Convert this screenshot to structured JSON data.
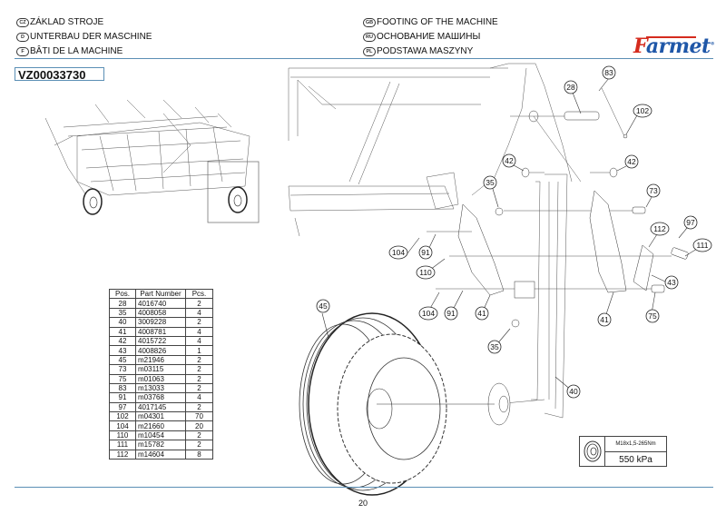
{
  "header": {
    "titles_left": [
      {
        "lang": "CZ",
        "text": "ZÁKLAD STROJE"
      },
      {
        "lang": "D",
        "text": "UNTERBAU DER MASCHINE"
      },
      {
        "lang": "F",
        "text": "BÂTI DE LA MACHINE"
      }
    ],
    "titles_right": [
      {
        "lang": "GB",
        "text": "FOOTING OF THE MACHINE"
      },
      {
        "lang": "RU",
        "text": "ОСНОВАНИЕ МАШИНЫ"
      },
      {
        "lang": "PL",
        "text": "PODSTAWA MASZYNY"
      }
    ],
    "drawing_code": "VZ00033730",
    "logo": {
      "first_letter": "F",
      "rest": "armet",
      "registered": "®"
    }
  },
  "colors": {
    "rule": "#5b8fb5",
    "logo_blue": "#1f57a8",
    "logo_red": "#d52b1e"
  },
  "parts_table": {
    "headers": [
      "Pos.",
      "Part Number",
      "Pcs."
    ],
    "rows": [
      {
        "pos": "28",
        "part": "4016740",
        "pcs": "2"
      },
      {
        "pos": "35",
        "part": "4008058",
        "pcs": "4"
      },
      {
        "pos": "40",
        "part": "3009228",
        "pcs": "2"
      },
      {
        "pos": "41",
        "part": "4008781",
        "pcs": "4"
      },
      {
        "pos": "42",
        "part": "4015722",
        "pcs": "4"
      },
      {
        "pos": "43",
        "part": "4008826",
        "pcs": "1"
      },
      {
        "pos": "45",
        "part": "m21946",
        "pcs": "2"
      },
      {
        "pos": "73",
        "part": "m03115",
        "pcs": "2"
      },
      {
        "pos": "75",
        "part": "m01063",
        "pcs": "2"
      },
      {
        "pos": "83",
        "part": "m13033",
        "pcs": "2"
      },
      {
        "pos": "91",
        "part": "m03768",
        "pcs": "4"
      },
      {
        "pos": "97",
        "part": "4017145",
        "pcs": "2"
      },
      {
        "pos": "102",
        "part": "m04301",
        "pcs": "70"
      },
      {
        "pos": "104",
        "part": "m21660",
        "pcs": "20"
      },
      {
        "pos": "110",
        "part": "m10454",
        "pcs": "2"
      },
      {
        "pos": "111",
        "part": "m15782",
        "pcs": "2"
      },
      {
        "pos": "112",
        "part": "m14604",
        "pcs": "8"
      }
    ]
  },
  "spec_box": {
    "icon": "tire-icon",
    "torque": "M18x1,5-265Nm",
    "pressure": "550 kPa"
  },
  "callouts": [
    "83",
    "28",
    "102",
    "42",
    "42",
    "35",
    "73",
    "112",
    "97",
    "111",
    "104",
    "91",
    "110",
    "43",
    "104",
    "91",
    "41",
    "41",
    "75",
    "35",
    "45",
    "40"
  ],
  "footer": {
    "page_number": "20"
  }
}
